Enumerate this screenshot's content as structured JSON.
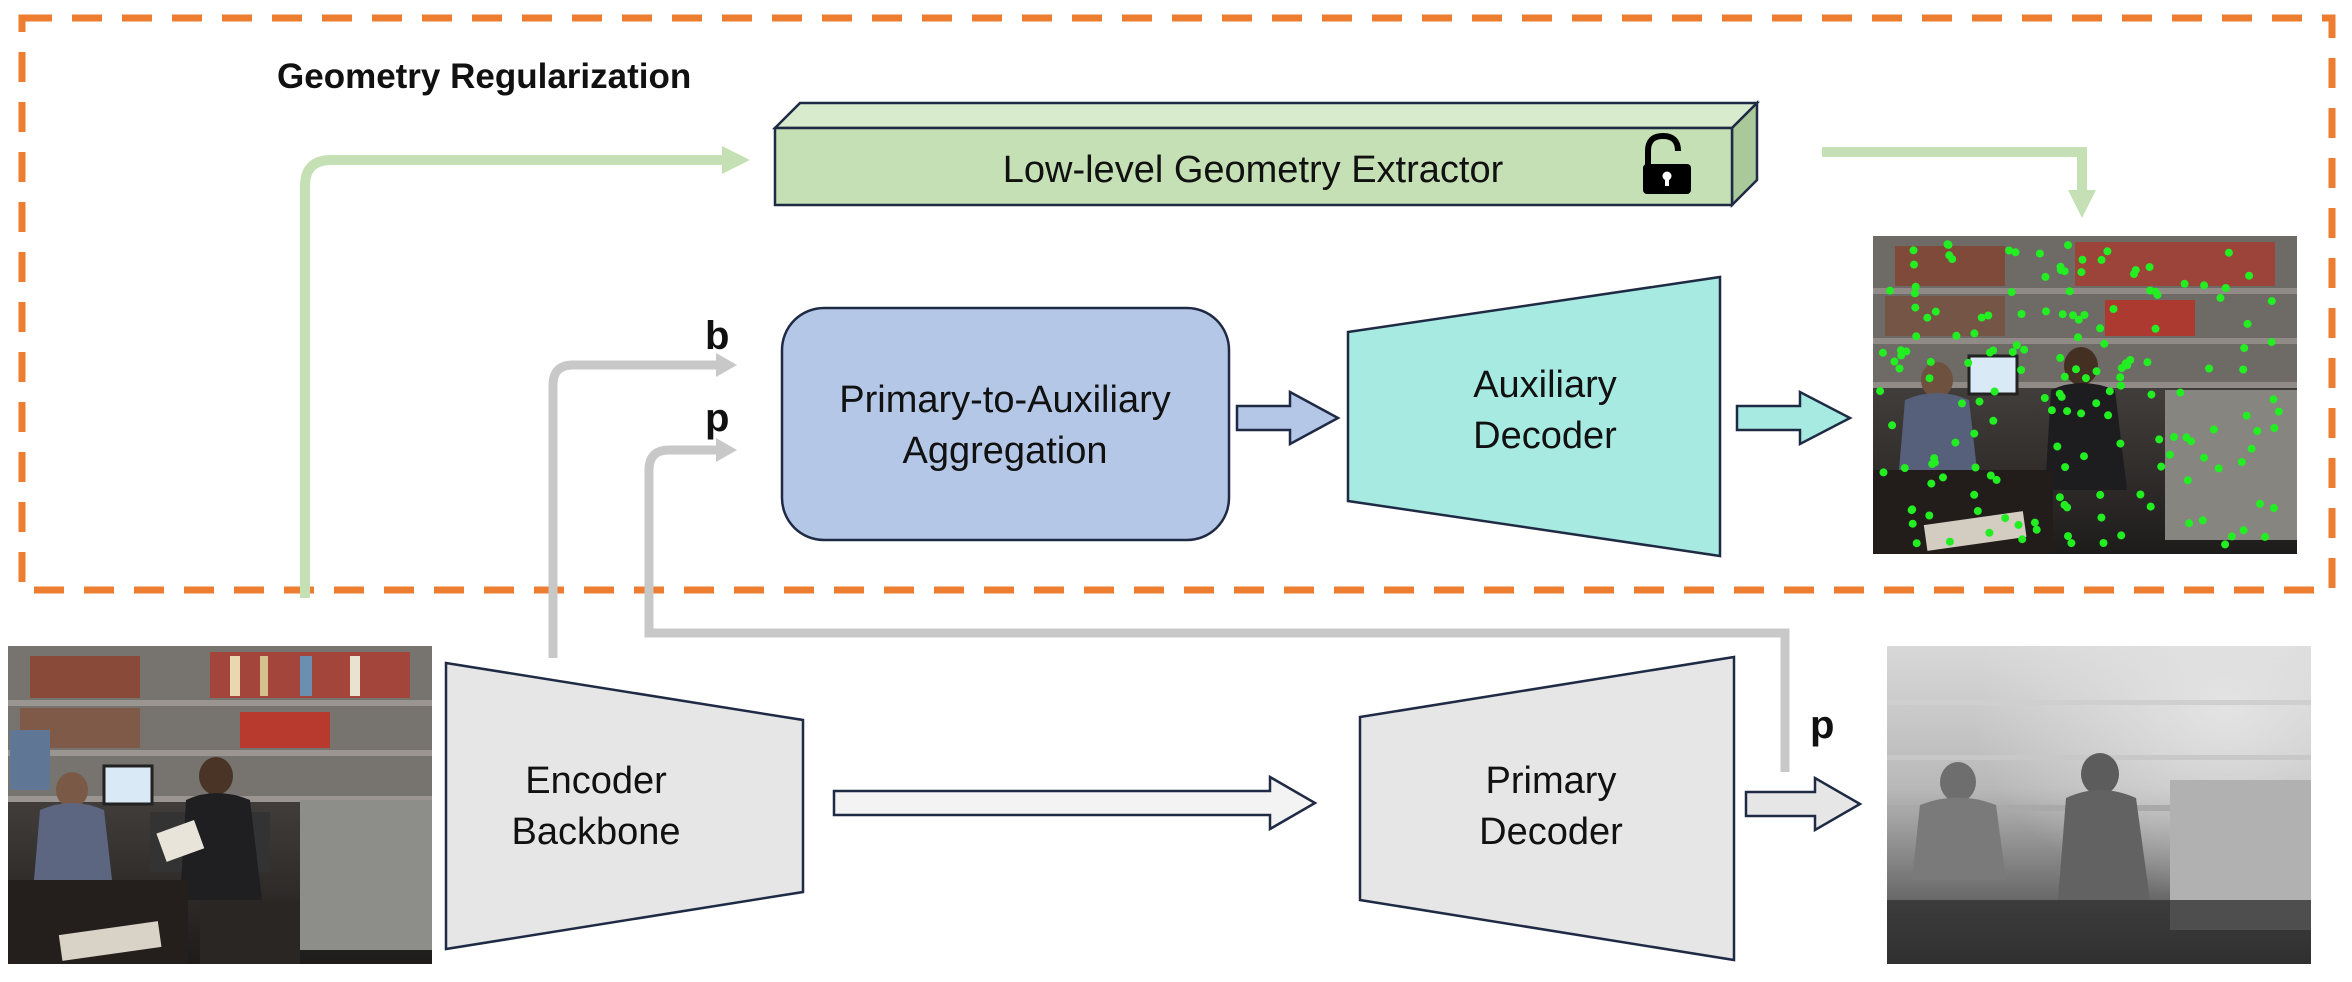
{
  "region": {
    "title": "Geometry Regularization"
  },
  "modules": {
    "geometry_extractor": {
      "label": "Low-level Geometry Extractor",
      "icon": "lock-open-icon"
    },
    "aggregation": {
      "label_line1": "Primary-to-Auxiliary",
      "label_line2": "Aggregation"
    },
    "auxiliary_decoder": {
      "label_line1": "Auxiliary",
      "label_line2": "Decoder"
    },
    "encoder": {
      "label_line1": "Encoder",
      "label_line2": "Backbone"
    },
    "primary_decoder": {
      "label_line1": "Primary",
      "label_line2": "Decoder"
    }
  },
  "feature_labels": {
    "b": "b",
    "p_aux": "p",
    "p_out": "p"
  },
  "images": {
    "input": "input-rgb-photo",
    "keypoints": "keypoint-overlay-photo",
    "depth": "depth-map-output"
  },
  "colors": {
    "dashed_border": "#ED7D31",
    "green_arrow": "#C5E0B4",
    "extractor_fill": "#C5E0B4",
    "aggregation_fill": "#B4C7E7",
    "aux_decoder_fill": "#A6EAE2",
    "gray_fill": "#E7E6E6",
    "outline": "#1F2A44",
    "gray_arrow": "#C8C8C8",
    "keypoint": "#22EE22"
  }
}
